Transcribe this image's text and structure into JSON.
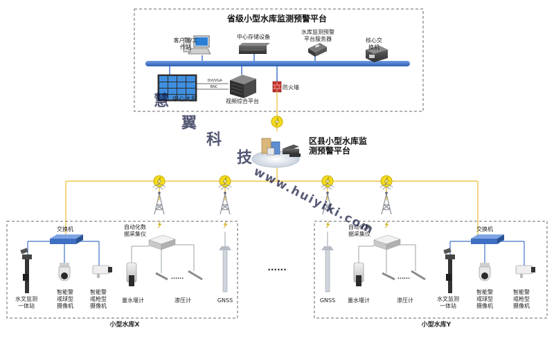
{
  "colors": {
    "bus_blue": "#3f72c8",
    "link_yellow": "#f0c64a",
    "lightning_yellow": "#f3dd1e",
    "dash_border": "#666666",
    "device_gray": "#4a4a4a",
    "firewall_red": "#c8322a"
  },
  "provincial": {
    "title": "省级小型水库监测预警平台",
    "client_label": "客户端/工\n作站",
    "storage_label": "中心存储设备",
    "server_label": "水库监测预警\n平台服务器",
    "core_switch_label": "核心交\n换机",
    "big_screen_label": "中心大屏",
    "dvi_label": "DVI/VGA",
    "bnc_label": "BNC",
    "video_platform_label": "视频综合平台",
    "firewall_label": "防火墙"
  },
  "county": {
    "title": "区县小型水库监\n测预警平台"
  },
  "wireless": {
    "icon_names": [
      "lightning-icon",
      "antenna-tower-icon"
    ]
  },
  "ellipsis": "......",
  "reservoir_x": {
    "name": "小型水库X",
    "switch_label": "交换机",
    "datalogger_label": "自动化数\n据采集仪",
    "hydro_label": "水文监测\n一体站",
    "dome_camera_label": "智能警\n戒球型\n摄像机",
    "bullet_camera_label": "智能警\n戒枪型\n摄像机",
    "rain_gauge_label": "量水堰计",
    "piezometer_label": "渗压计",
    "gnss_label": "GNSS",
    "dots": "......"
  },
  "reservoir_y": {
    "name": "小型水库Y",
    "switch_label": "交换机",
    "datalogger_label": "自动化数\n据采集仪",
    "hydro_label": "水文监测\n一体站",
    "dome_camera_label": "智能警\n戒球型\n摄像机",
    "bullet_camera_label": "智能警\n戒枪型\n摄像机",
    "rain_gauge_label": "量水堰计",
    "piezometer_label": "渗压计",
    "gnss_label": "GNSS",
    "dots": "......"
  },
  "watermark": {
    "chars": [
      "慧",
      "翼",
      "科",
      "技"
    ],
    "url": "www.huiyiki.com"
  }
}
